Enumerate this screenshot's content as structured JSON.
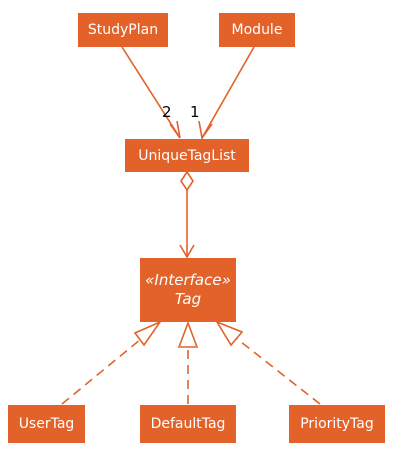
{
  "diagram": {
    "nodes": {
      "study_plan": "StudyPlan",
      "module": "Module",
      "unique_tag_list": "UniqueTagList",
      "tag_stereotype": "«Interface»",
      "tag": "Tag",
      "user_tag": "UserTag",
      "default_tag": "DefaultTag",
      "priority_tag": "PriorityTag"
    },
    "multiplicities": {
      "study_plan": "2",
      "module": "1"
    },
    "colors": {
      "node_fill": "#E2622A",
      "edge": "#E2622A",
      "text": "#FFFFFF"
    },
    "relationships": [
      {
        "from": "StudyPlan",
        "to": "UniqueTagList",
        "type": "association",
        "multiplicity": "2"
      },
      {
        "from": "Module",
        "to": "UniqueTagList",
        "type": "association",
        "multiplicity": "1"
      },
      {
        "from": "UniqueTagList",
        "to": "Tag",
        "type": "aggregation"
      },
      {
        "from": "UserTag",
        "to": "Tag",
        "type": "realization"
      },
      {
        "from": "DefaultTag",
        "to": "Tag",
        "type": "realization"
      },
      {
        "from": "PriorityTag",
        "to": "Tag",
        "type": "realization"
      }
    ]
  }
}
